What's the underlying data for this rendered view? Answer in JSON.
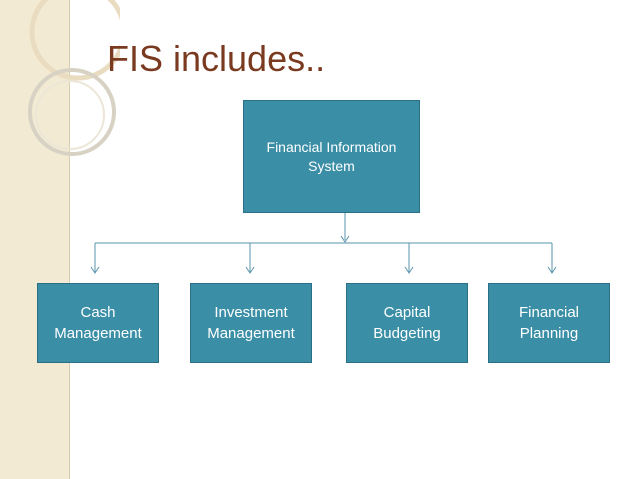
{
  "title": "FIS includes..",
  "diagram": {
    "root": "Financial Information System",
    "children": [
      "Cash Management",
      "Investment Management",
      "Capital Budgeting",
      "Financial Planning"
    ]
  },
  "colors": {
    "box_fill": "#3a8ea6",
    "box_border": "#2a6f84",
    "title": "#7a3a20",
    "side_panel": "#f3ead3"
  }
}
